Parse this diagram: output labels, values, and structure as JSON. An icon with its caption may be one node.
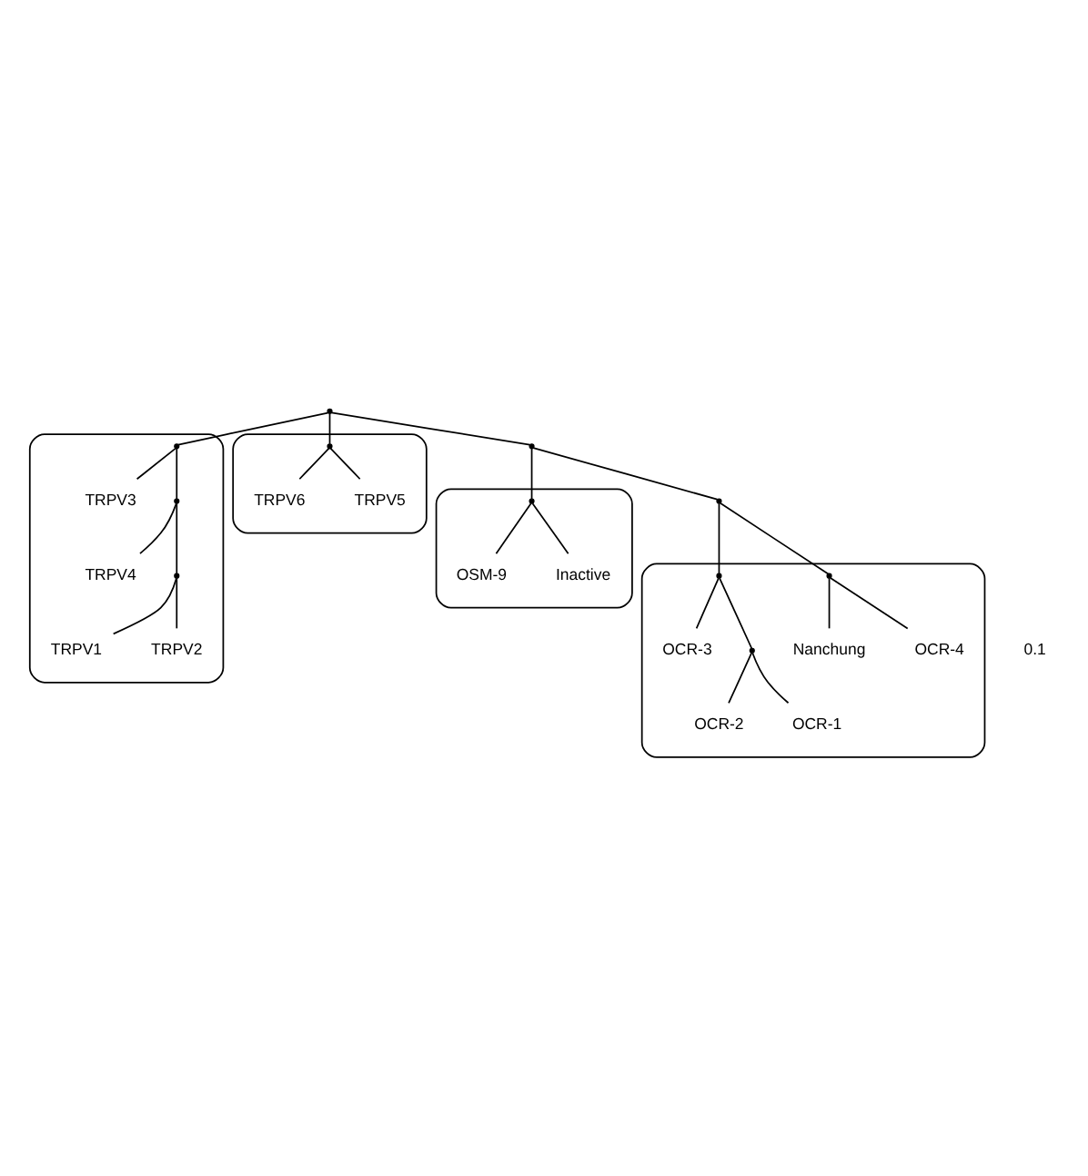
{
  "diagram": {
    "nodes": [
      {
        "text": [],
        "shape": "blob"
      },
      {
        "text": [
          "TRPV3"
        ],
        "in": 0
      },
      {
        "text": [
          "TRPV1"
        ],
        "in": 0
      },
      {
        "text": [
          "TRPV2"
        ],
        "in": 0
      },
      {
        "text": [
          "TRPV4"
        ],
        "in": 0
      },
      {
        "text": [],
        "shape": "blob"
      },
      {
        "text": [
          "TRPV6"
        ],
        "in": 5
      },
      {
        "text": [
          "TRPV5"
        ],
        "in": 5
      },
      {
        "text": [],
        "shape": "blob"
      },
      {
        "text": [
          "Nanchung"
        ],
        "in": 8
      },
      {
        "text": [
          "OCR-4"
        ],
        "in": 8
      },
      {
        "text": [
          "OCR-3"
        ],
        "in": 8
      },
      {
        "text": [
          "OCR-2"
        ],
        "in": 8
      },
      {
        "text": [
          "OCR-1"
        ],
        "in": 8
      },
      {
        "text": [],
        "shape": "blob"
      },
      {
        "text": [
          "OSM-9"
        ],
        "in": 14
      },
      {
        "text": [
          "Inactive"
        ],
        "in": 14
      },
      {
        "text": [],
        "shape": "point",
        "in": 0
      },
      {
        "text": [],
        "shape": "point",
        "in": 0
      },
      {
        "text": [],
        "shape": "point",
        "in": 0
      },
      {
        "text": [],
        "shape": "point",
        "in": 5
      },
      {
        "text": [],
        "shape": "point"
      },
      {
        "text": [],
        "shape": "point"
      },
      {
        "text": [],
        "shape": "point",
        "in": 14
      },
      {
        "text": [],
        "shape": "point"
      },
      {
        "text": [],
        "shape": "point",
        "in": 8
      },
      {
        "text": [],
        "shape": "point",
        "in": 8
      },
      {
        "text": [],
        "shape": "point",
        "in": 8
      }
    ],
    "edges": [
      {
        "from": 21,
        "to": 17,
        "arrow": "none"
      },
      {
        "from": 17,
        "to": 1,
        "arrow": "none"
      },
      {
        "from": 17,
        "to": 18,
        "arrow": "none"
      },
      {
        "from": 18,
        "to": 19,
        "arrow": "none"
      },
      {
        "from": 19,
        "to": 2,
        "arrow": "none"
      },
      {
        "from": 19,
        "to": 3,
        "arrow": "none"
      },
      {
        "from": 18,
        "to": 4,
        "arrow": "none"
      },
      {
        "from": 21,
        "to": 20,
        "arrow": "none"
      },
      {
        "from": 20,
        "to": 6,
        "arrow": "none"
      },
      {
        "from": 20,
        "to": 7,
        "arrow": "none"
      },
      {
        "from": 21,
        "to": 22,
        "arrow": "none"
      },
      {
        "from": 22,
        "to": 23,
        "arrow": "none"
      },
      {
        "from": 23,
        "to": 15,
        "arrow": "none"
      },
      {
        "from": 23,
        "to": 16,
        "arrow": "none"
      },
      {
        "from": 22,
        "to": 24,
        "arrow": "none"
      },
      {
        "from": 24,
        "to": 25,
        "arrow": "none"
      },
      {
        "from": 25,
        "to": 9,
        "arrow": "none"
      },
      {
        "from": 25,
        "to": 10,
        "arrow": "none"
      },
      {
        "from": 24,
        "to": 26,
        "arrow": "none"
      },
      {
        "from": 26,
        "to": 11,
        "arrow": "none"
      },
      {
        "from": 26,
        "to": 27,
        "arrow": "none"
      },
      {
        "from": 27,
        "to": 12,
        "arrow": "none"
      },
      {
        "from": 27,
        "to": 13,
        "arrow": "none"
      }
    ],
    "labels": [
      "0.1"
    ]
  }
}
